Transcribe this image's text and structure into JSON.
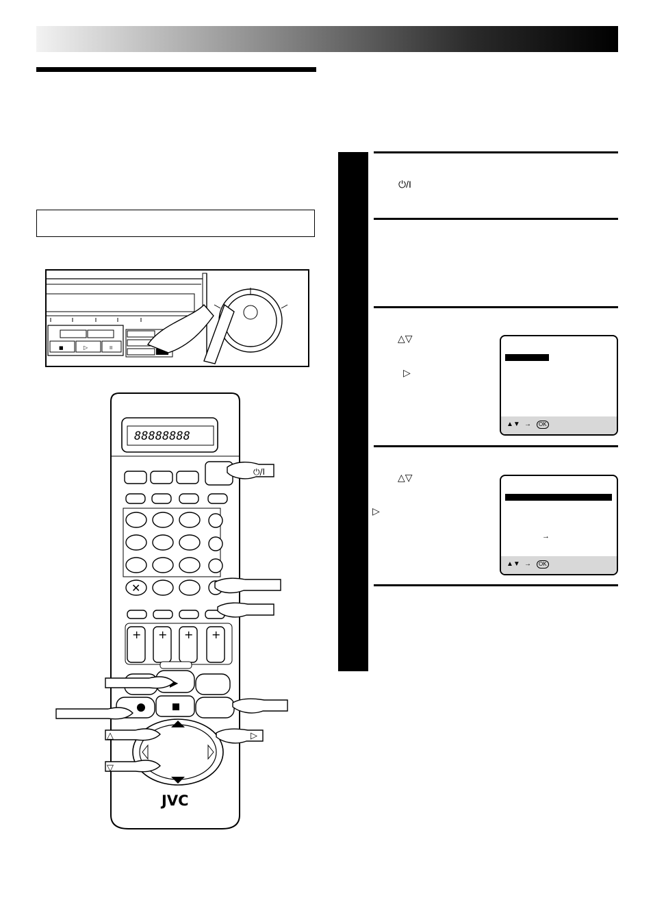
{
  "remote": {
    "display_text": "88888888",
    "power_label": "⏻/I",
    "brand": "JVC"
  },
  "steps": {
    "step1": {
      "power_symbol": "⏻/I"
    },
    "step3": {
      "nav_arrows": "△▽",
      "right_arrow": "▷"
    },
    "step4": {
      "nav_arrows": "△▽",
      "right_arrow": "▷"
    }
  },
  "osd_screen_1": {
    "footer_keys": "▲▼",
    "footer_arrow": "→",
    "footer_ok": "OK"
  },
  "osd_screen_2": {
    "inline_arrow": "→",
    "footer_keys": "▲▼",
    "footer_arrow": "→",
    "footer_ok": "OK"
  },
  "callouts": {
    "up_arrow": "△",
    "down_arrow": "▽",
    "right_arrow": "▷",
    "power_label": "⏻/I"
  }
}
